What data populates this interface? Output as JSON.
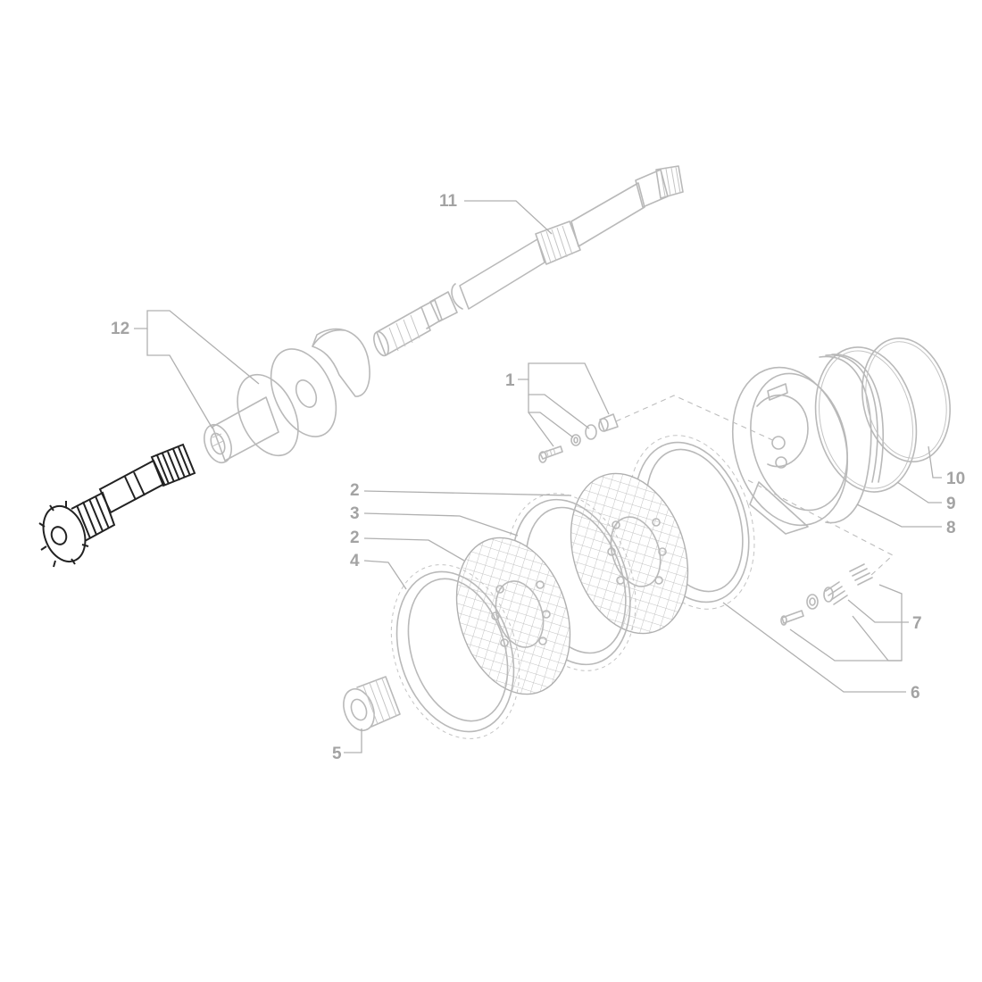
{
  "diagram": {
    "callouts": [
      {
        "id": "11",
        "label": "11"
      },
      {
        "id": "12",
        "label": "12"
      },
      {
        "id": "1",
        "label": "1"
      },
      {
        "id": "2a",
        "label": "2"
      },
      {
        "id": "3",
        "label": "3"
      },
      {
        "id": "2b",
        "label": "2"
      },
      {
        "id": "4",
        "label": "4"
      },
      {
        "id": "5",
        "label": "5"
      },
      {
        "id": "10",
        "label": "10"
      },
      {
        "id": "9",
        "label": "9"
      },
      {
        "id": "8",
        "label": "8"
      },
      {
        "id": "7",
        "label": "7"
      },
      {
        "id": "6",
        "label": "6"
      }
    ]
  }
}
